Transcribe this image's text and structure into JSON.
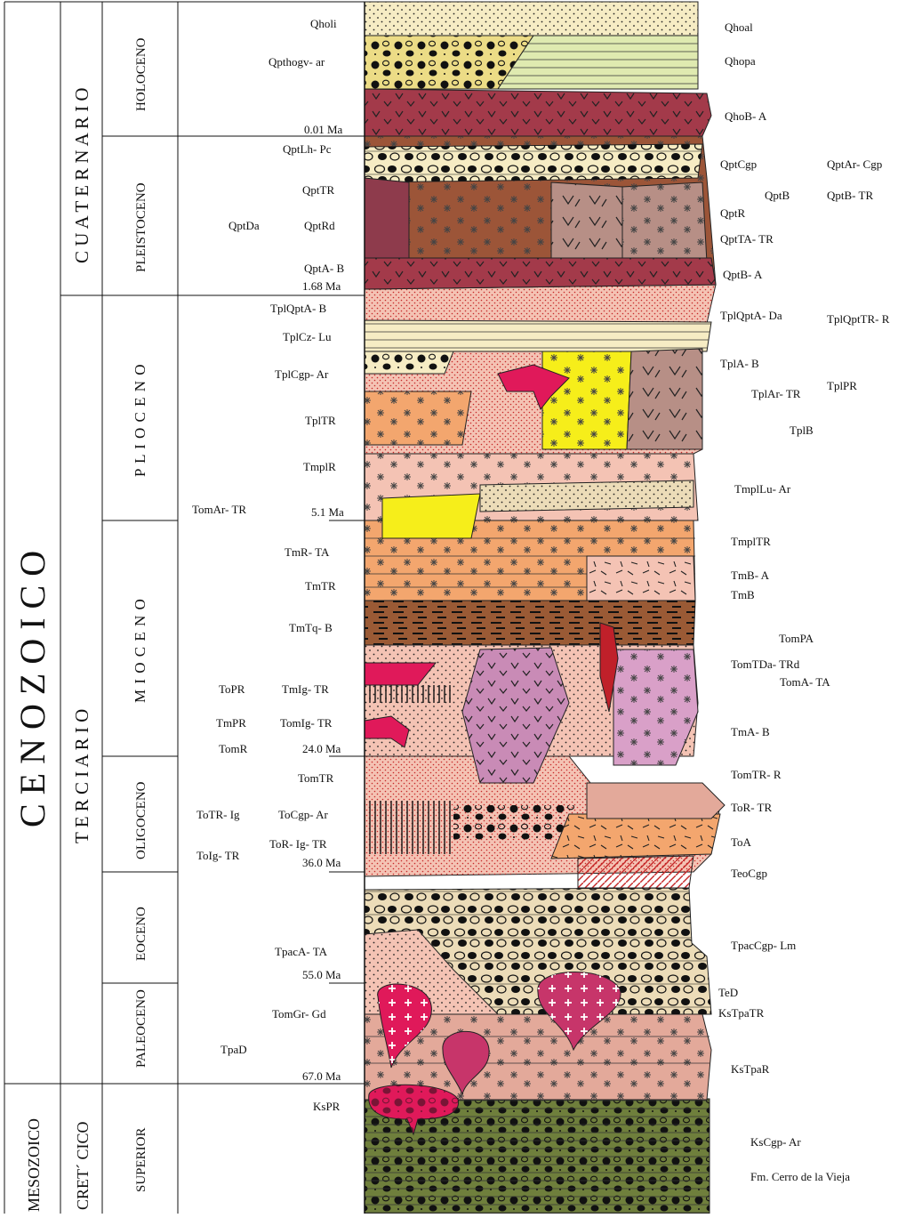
{
  "eras": {
    "cenozoic": "C E N O Z O I C O",
    "mesozoic": "MESOZOICO"
  },
  "periods": {
    "quaternary": "C U A T E R N A R I O",
    "tertiary": "T E R C I A R I O",
    "cretaceous": "CRET´ CICO"
  },
  "epochs": {
    "holocene": "HOLOCENO",
    "pleistocene": "PLEISTOCENO",
    "pliocene": "P L I O C E N O",
    "miocene": "M I O C E N O",
    "oligocene": "OLIGOCENO",
    "eocene": "EOCENO",
    "paleocene": "PALEOCENO",
    "superior": "SUPERIOR"
  },
  "ages": [
    "0.01 Ma",
    "1.68 Ma",
    "5.1 Ma",
    "24.0 Ma",
    "36.0 Ma",
    "55.0 Ma",
    "67.0 Ma"
  ],
  "left_labels": [
    "Qholi",
    "Qpthogv- ar",
    "QptLh- Pc",
    "QptTR",
    "QptDa",
    "QptRd",
    "QptA- B",
    "TplQptA- B",
    "TplCz- Lu",
    "TplCgp- Ar",
    "TplTR",
    "TmplR",
    "TomAr- TR",
    "TmR- TA",
    "TmTR",
    "TmTq- B",
    "ToPR",
    "TmIg- TR",
    "TmPR",
    "TomIg- TR",
    "TomR",
    "TomTR",
    "ToTR- Ig",
    "ToCgp- Ar",
    "ToR- Ig- TR",
    "ToIg- TR",
    "TpacA- TA",
    "TomGr- Gd",
    "TpaD",
    "KsPR"
  ],
  "right_labels": [
    "Qhoal",
    "Qhopa",
    "QhoB- A",
    "QptCgp",
    "QptAr- Cgp",
    "QptB",
    "QptB- TR",
    "QptR",
    "QptTA- TR",
    "QptB- A",
    "TplQptA- Da",
    "TplQptTR- R",
    "TplA- B",
    "TplAr- TR",
    "TplPR",
    "TplB",
    "TmplLu- Ar",
    "TmplTR",
    "TmB- A",
    "TmB",
    "TomPA",
    "TomTDa- TRd",
    "TomA- TA",
    "TmA- B",
    "TomTR- R",
    "ToR- TR",
    "ToA",
    "TeoCgp",
    "TpacCgp- Lm",
    "TeD",
    "KsTpaTR",
    "KsTpaR",
    "KsCgp- Ar",
    "Fm. Cerro de la Vieja"
  ],
  "colors": {
    "olive": "#6f7f3c",
    "orange": "#f3a66e",
    "pink": "#f4c3b4",
    "rose": "#e3a99a",
    "magenta": "#e0195a",
    "yellow": "#f6ee1a",
    "brown": "#9a5a35",
    "maroon": "#a33a4a",
    "purple": "#c98bb6",
    "tan": "#ecdcb8",
    "cream": "#f6ecc4",
    "greenpale": "#dfeab0",
    "mauve": "#b78f86",
    "chestnut": "#9c5538"
  }
}
